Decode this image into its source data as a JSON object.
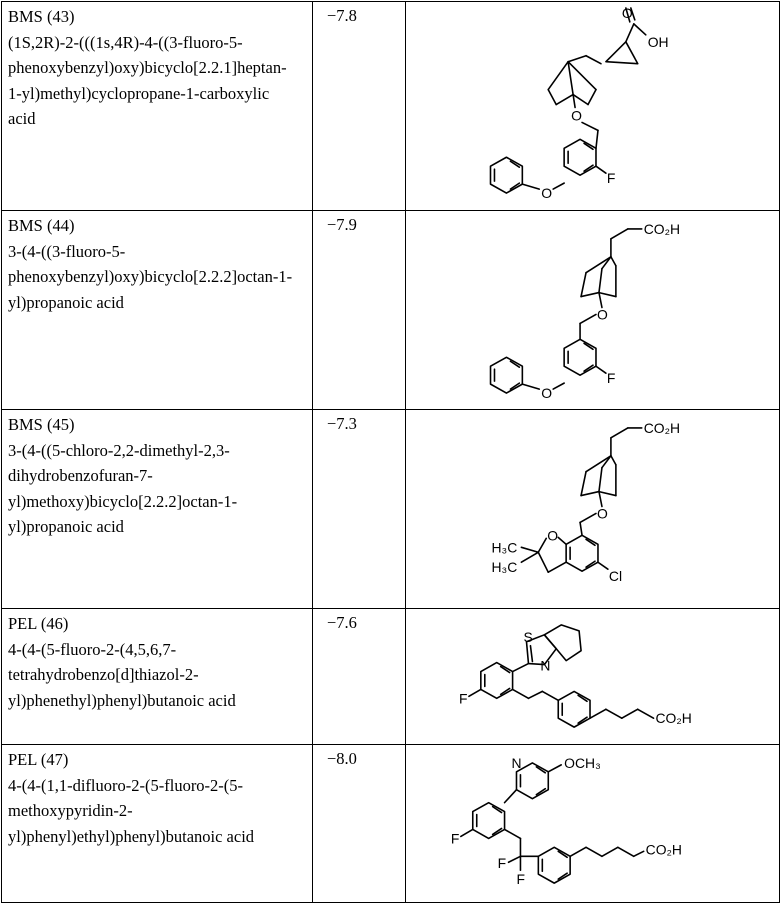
{
  "rows": [
    {
      "id": "BMS (43)",
      "name_lines": [
        "(1S,2R)-2-(((1s,4R)-4-((3-fluoro-5-",
        "phenoxybenzyl)oxy)bicyclo[2.2.1]heptan-",
        "1-yl)methyl)cyclopropane-1-carboxylic",
        "acid"
      ],
      "value": "−7.8",
      "labels": {
        "acid_o": "O",
        "acid_oh": "OH",
        "ether_o1": "O",
        "ether_o2": "O",
        "halogen": "F"
      }
    },
    {
      "id": "BMS (44)",
      "name_lines": [
        "3-(4-((3-fluoro-5-",
        "phenoxybenzyl)oxy)bicyclo[2.2.2]octan-1-",
        "yl)propanoic acid"
      ],
      "value": "−7.9",
      "labels": {
        "acid": "CO₂H",
        "ether_o1": "O",
        "ether_o2": "O",
        "halogen": "F"
      }
    },
    {
      "id": "BMS (45)",
      "name_lines": [
        "3-(4-((5-chloro-2,2-dimethyl-2,3-",
        "dihydrobenzofuran-7-",
        "yl)methoxy)bicyclo[2.2.2]octan-1-",
        "yl)propanoic acid"
      ],
      "value": "−7.3",
      "labels": {
        "acid": "CO₂H",
        "ether_o": "O",
        "ring_o": "O",
        "methyl1": "H₃C",
        "methyl2": "H₃C",
        "halogen": "Cl"
      }
    },
    {
      "id": "PEL (46)",
      "name_lines": [
        "4-(4-(5-fluoro-2-(4,5,6,7-",
        "tetrahydrobenzo[d]thiazol-2-",
        "yl)phenethyl)phenyl)butanoic acid"
      ],
      "value": "−7.6",
      "labels": {
        "sulfur": "S",
        "nitrogen": "N",
        "halogen": "F",
        "acid": "CO₂H"
      }
    },
    {
      "id": "PEL (47)",
      "name_lines": [
        "4-(4-(1,1-difluoro-2-(5-fluoro-2-(5-",
        "methoxypyridin-2-",
        "yl)phenyl)ethyl)phenyl)butanoic acid"
      ],
      "value": "−8.0",
      "labels": {
        "nitrogen": "N",
        "methoxy": "OCH₃",
        "halogen": "F",
        "fluoro1": "F",
        "fluoro2": "F",
        "acid": "CO₂H"
      }
    }
  ]
}
